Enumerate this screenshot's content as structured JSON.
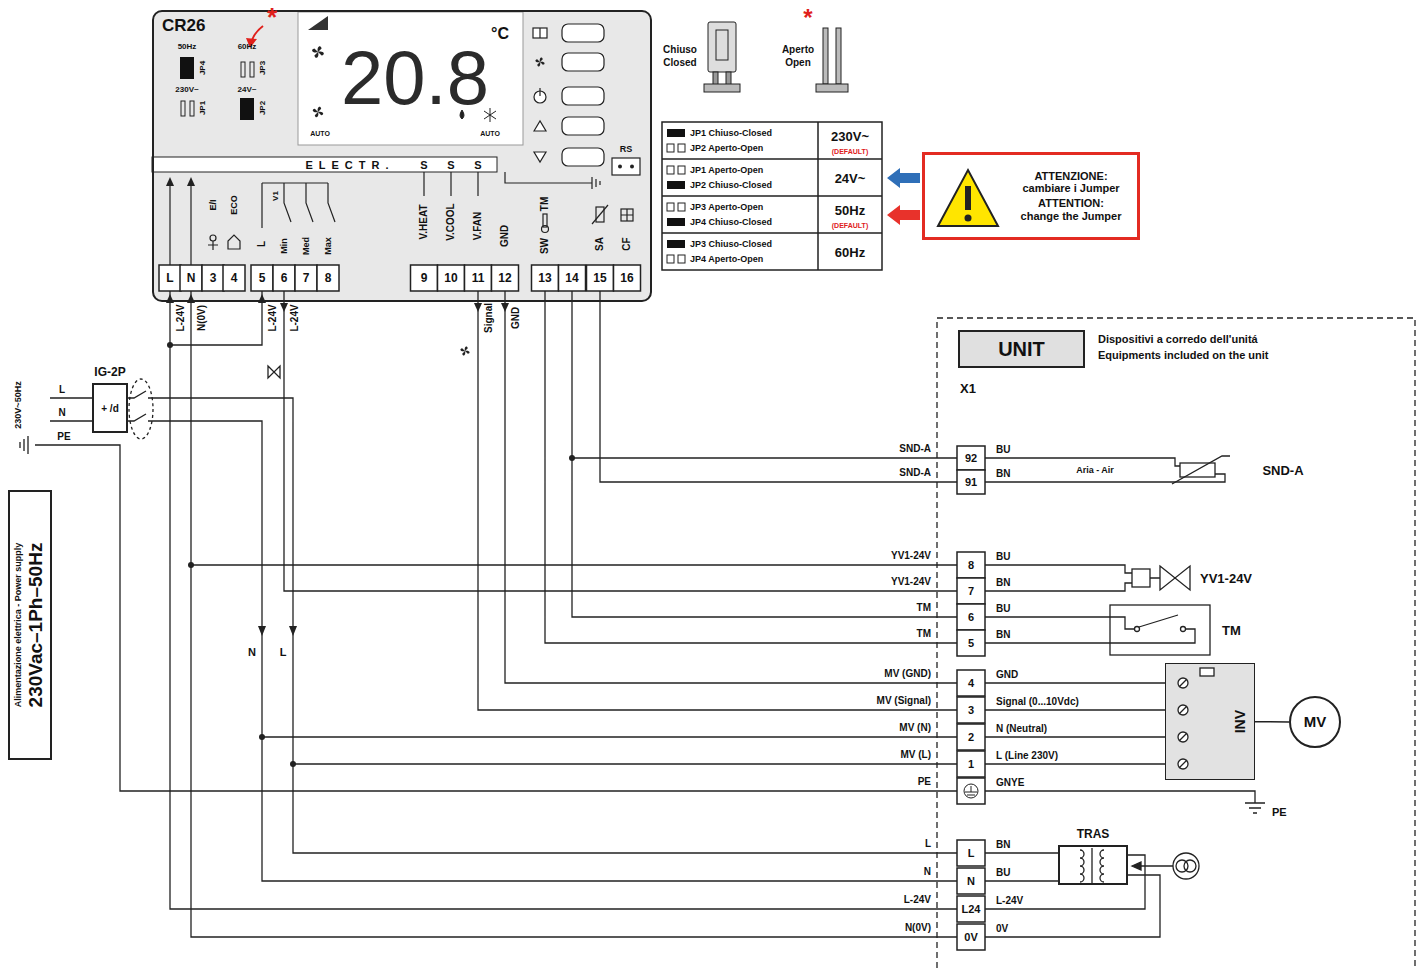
{
  "diagram": {
    "nodes": [
      {
        "text": [
          "CR26"
        ]
      },
      {
        "text": [
          "ATTENZIONE: cambiare i Jumper",
          "ATTENTION: change the Jumper"
        ]
      },
      {
        "text": [
          "IG-2P",
          "+ /d"
        ]
      },
      {
        "text": [
          "Alimentazione elettrica - Power supply",
          "230Vac–1Ph–50Hz"
        ]
      },
      {
        "text": [
          "UNIT"
        ]
      },
      {
        "text": [
          "INV"
        ]
      },
      {
        "text": [
          "MV"
        ]
      },
      {
        "text": [
          "TRAS"
        ]
      }
    ],
    "edges": [
      {
        "from": 5,
        "to": 6,
        "arrow": "none"
      }
    ],
    "labels": [
      "*",
      "50Hz",
      "60Hz",
      "JP4",
      "JP3",
      "230V~",
      "24V~",
      "JP1",
      "JP2",
      "20.8",
      "°C",
      "AUTO",
      "AUTO",
      "ELECTR.",
      "S",
      "S",
      "S",
      "RS",
      "E/I",
      "ECO",
      "L",
      "V1",
      "Min",
      "Med",
      "Max",
      "V.HEAT",
      "V.COOL",
      "V.FAN",
      "GND",
      "SW",
      "TM",
      "SA",
      "CF",
      "L",
      "N",
      "3",
      "4",
      "5",
      "6",
      "7",
      "8",
      "9",
      "10",
      "11",
      "12",
      "13",
      "14",
      "15",
      "16",
      "L-24V",
      "N(0V)",
      "L-24V",
      "L-24V",
      "Signal",
      "GND",
      "Chiuso",
      "Closed",
      "*",
      "Aperto",
      "Open",
      "JP1 Chiuso-Closed",
      "JP2 Aperto-Open",
      "230V~",
      "(DEFAULT)",
      "JP1 Aperto-Open",
      "JP2 Chiuso-Closed",
      "24V~",
      "JP3 Aperto-Open",
      "JP4 Chiuso-Closed",
      "50Hz",
      "(DEFAULT)",
      "JP3 Chiuso-Closed",
      "JP4 Aperto-Open",
      "60Hz",
      "230V~50Hz",
      "L",
      "N",
      "PE",
      "N",
      "L",
      "Dispositivi a corredo dell'unitá",
      "Equipments included on the unit",
      "X1",
      "SND-A",
      "SND-A",
      "YV1-24V",
      "YV1-24V",
      "TM",
      "TM",
      "MV (GND)",
      "MV (Signal)",
      "MV (N)",
      "MV (L)",
      "PE",
      "L",
      "N",
      "L-24V",
      "N(0V)",
      "92",
      "91",
      "8",
      "7",
      "6",
      "5",
      "4",
      "3",
      "2",
      "1",
      "L",
      "N",
      "L24",
      "0V",
      "BU",
      "BN",
      "Aria - Air",
      "SND-A",
      "BU",
      "BN",
      "YV1-24V",
      "BU",
      "BN",
      "TM",
      "GND",
      "Signal (0...10Vdc)",
      "N (Neutral)",
      "L (Line 230V)",
      "GNYE",
      "PE",
      "BN",
      "BU",
      "L-24V",
      "0V"
    ]
  }
}
